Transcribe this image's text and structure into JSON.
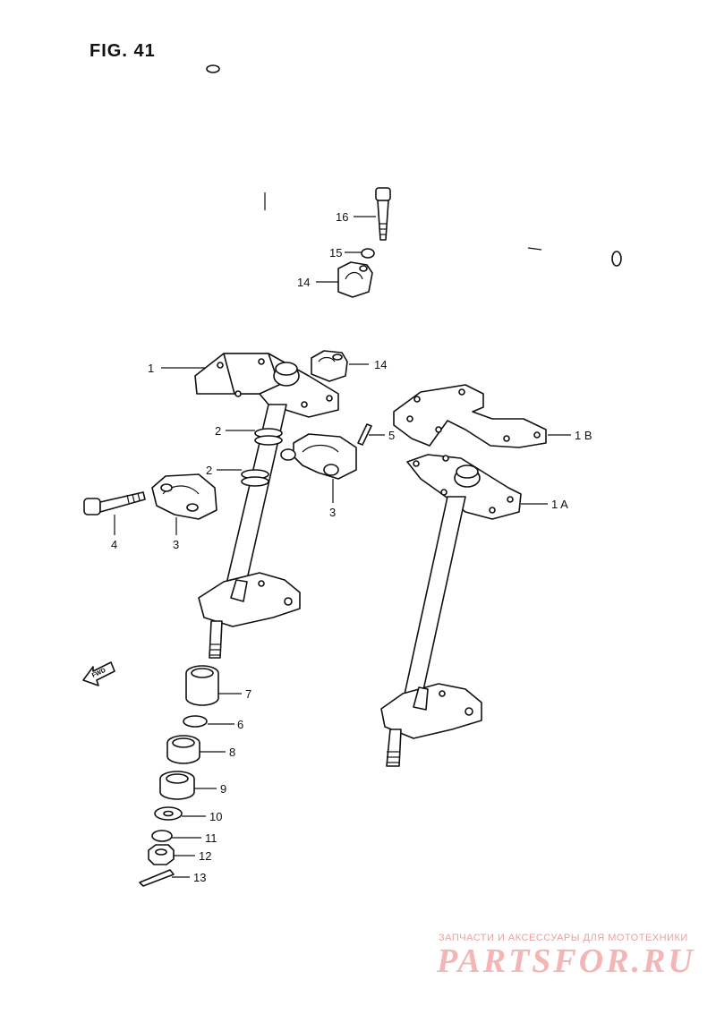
{
  "figure": {
    "title": "FIG. 41"
  },
  "parts": [
    {
      "id": "1",
      "label": "1"
    },
    {
      "id": "1A",
      "label": "1 A"
    },
    {
      "id": "1B",
      "label": "1 B"
    },
    {
      "id": "2a",
      "label": "2"
    },
    {
      "id": "2b",
      "label": "2"
    },
    {
      "id": "3a",
      "label": "3"
    },
    {
      "id": "3b",
      "label": "3"
    },
    {
      "id": "4",
      "label": "4"
    },
    {
      "id": "5",
      "label": "5"
    },
    {
      "id": "6",
      "label": "6"
    },
    {
      "id": "7",
      "label": "7"
    },
    {
      "id": "8",
      "label": "8"
    },
    {
      "id": "9",
      "label": "9"
    },
    {
      "id": "10",
      "label": "10"
    },
    {
      "id": "11",
      "label": "11"
    },
    {
      "id": "12",
      "label": "12"
    },
    {
      "id": "13",
      "label": "13"
    },
    {
      "id": "14a",
      "label": "14"
    },
    {
      "id": "14b",
      "label": "14"
    },
    {
      "id": "15",
      "label": "15"
    },
    {
      "id": "16",
      "label": "16"
    }
  ],
  "fwd_arrow": {
    "label": "FWD"
  },
  "watermark": {
    "tagline": "ЗАПЧАСТИ И АКСЕССУАРЫ ДЛЯ МОТОТЕХНИКИ",
    "brand": "PARTSFOR.RU",
    "color": "#f3b5b5"
  }
}
